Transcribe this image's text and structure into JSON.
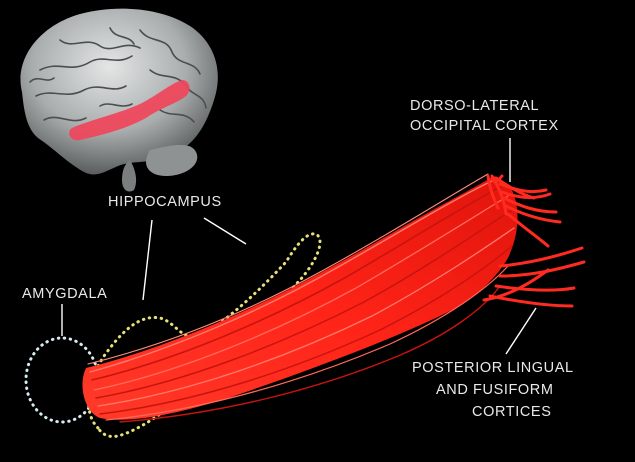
{
  "labels": {
    "dorso_line1": "DORSO-LATERAL",
    "dorso_line2": "OCCIPITAL CORTEX",
    "hippocampus": "HIPPOCAMPUS",
    "amygdala": "AMYGDALA",
    "posterior_line1": "POSTERIOR LINGUAL",
    "posterior_line2": "AND FUSIFORM",
    "posterior_line3": "CORTICES"
  },
  "colors": {
    "background": "#000000",
    "tract": "#ff2a20",
    "tract_dark": "#c8140e",
    "tract_light": "#ff6a5c",
    "brain": "#b9bcbc",
    "brain_dark": "#6e7272",
    "highlight": "#f0445a",
    "amygdala_outline": "#d6ecf2",
    "hippocampus_outline": "#e8e07a",
    "leader_line": "#ffffff"
  }
}
